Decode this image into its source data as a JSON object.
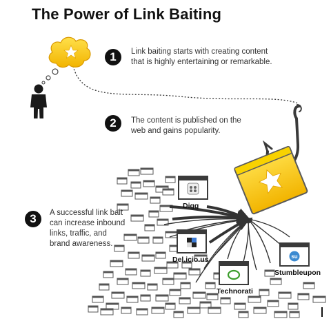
{
  "title": "The Power of Link Baiting",
  "steps": [
    {
      "number": "1",
      "lines": [
        "Link baiting starts with creating content",
        "that is highly entertaining or remarkable."
      ]
    },
    {
      "number": "2",
      "lines": [
        "The content is published on the",
        "web and gains popularity."
      ]
    },
    {
      "number": "3",
      "lines": [
        "A successful link bait",
        "can increase inbound",
        "links, traffic, and",
        "brand awareness."
      ]
    }
  ],
  "sites": {
    "digg": "Digg",
    "delicious": "Del.icio.us",
    "technorati": "Technorati",
    "stumbleupon": "Stumbleupon"
  },
  "colors": {
    "bait_yellow": "#f5c400",
    "bait_orange": "#e7a400",
    "ink": "#111111",
    "window_gray": "#555555"
  },
  "icons": {
    "thought": "thought-cloud-star-icon",
    "person": "person-icon",
    "hook": "fish-hook-icon",
    "bait": "star-window-icon"
  }
}
